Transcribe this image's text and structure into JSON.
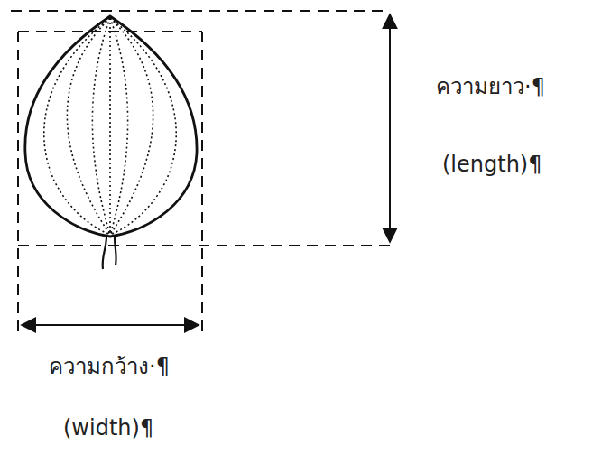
{
  "diagram": {
    "labels": [
      "ความยาว·¶",
      "(length)¶",
      "ความกว้าง·¶",
      "(width)¶"
    ]
  }
}
